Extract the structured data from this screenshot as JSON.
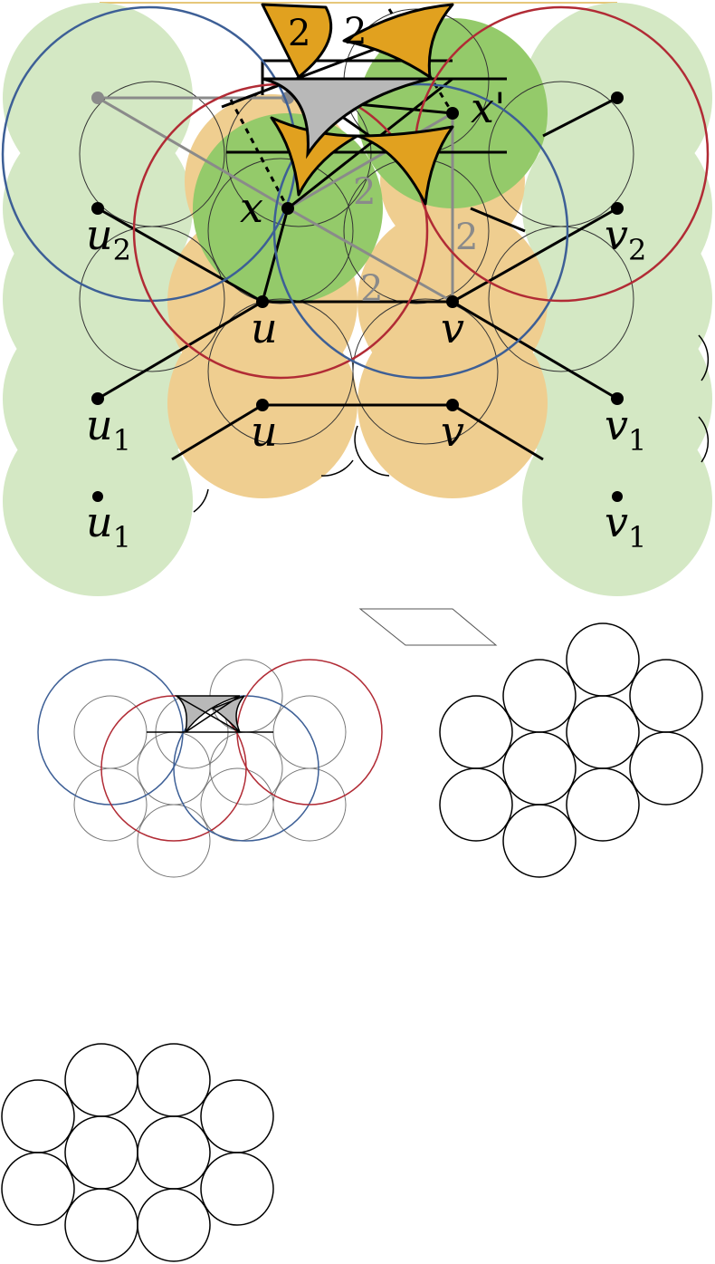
{
  "colors": {
    "light_green": "#d4e8c4",
    "green": "#94ca6a",
    "orange_fill": "#efce90",
    "dark_orange": "#e1a11f",
    "grey_fill": "#b8b8b8",
    "blue": "#3d5f96",
    "red": "#b12b35",
    "edge_grey": "#8a8a8a",
    "black": "#000000"
  },
  "labels": {
    "u2": {
      "base": "u",
      "sub": "2"
    },
    "u": {
      "base": "u"
    },
    "u1": {
      "base": "u",
      "sub": "1"
    },
    "u_lower": {
      "base": "u"
    },
    "u1_lower": {
      "base": "u",
      "sub": "1"
    },
    "v2": {
      "base": "v",
      "sub": "2"
    },
    "v": {
      "base": "v"
    },
    "v1": {
      "base": "v",
      "sub": "1"
    },
    "v_lower": {
      "base": "v"
    },
    "v1_lower": {
      "base": "v",
      "sub": "1"
    },
    "x": {
      "base": "x"
    },
    "x_prime": {
      "base": "x'"
    },
    "two_top_left": "2",
    "two_top_right": "2",
    "two_middle": "2",
    "two_vertical": "2",
    "two_lower": "2"
  }
}
